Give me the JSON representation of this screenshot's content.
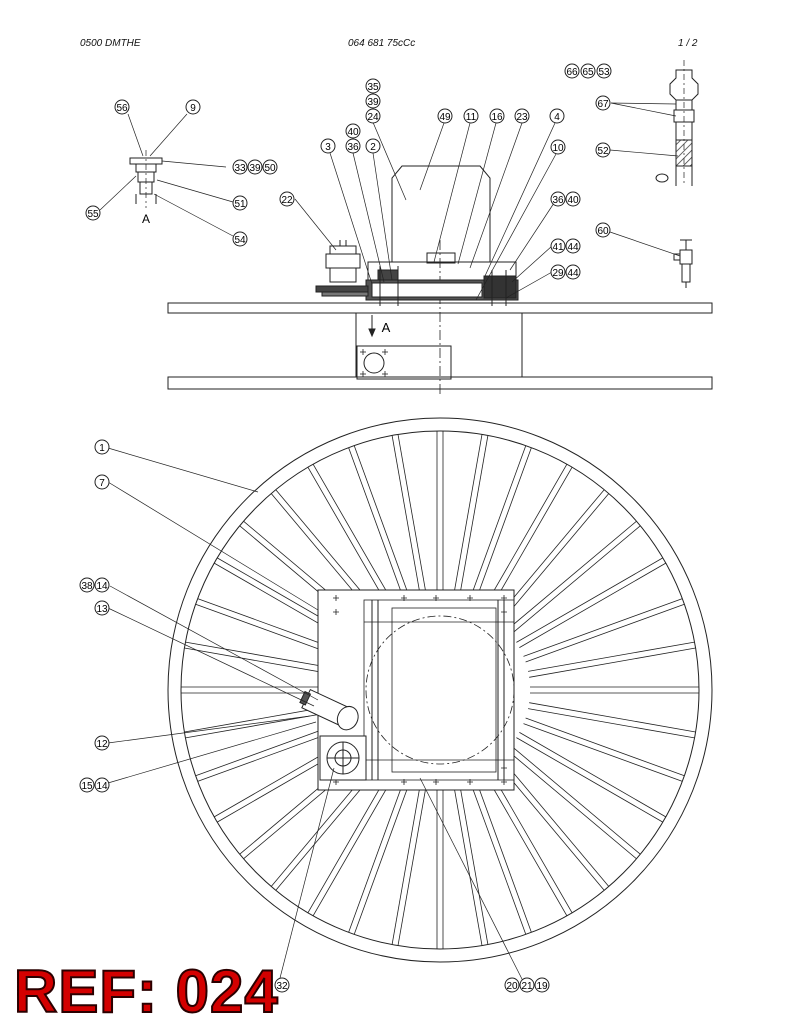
{
  "header": {
    "left": "0500 DMTHE",
    "center": "064 681 75cCc",
    "page": "1 /  2"
  },
  "ref_stamp": "REF: 024",
  "view_labels": {
    "detail_a": "A",
    "section_a": "A"
  },
  "callouts": {
    "c56": "56",
    "c9": "9",
    "c33": "33",
    "c39a": "39",
    "c50": "50",
    "c51": "51",
    "c55": "55",
    "c54": "54",
    "c35": "35",
    "c39": "39",
    "c24": "24",
    "c40": "40",
    "c49": "49",
    "c11": "11",
    "c16": "16",
    "c23": "23",
    "c4": "4",
    "c3": "3",
    "c36": "36",
    "c2": "2",
    "c10": "10",
    "c36b": "36",
    "c40b": "40",
    "c22": "22",
    "c41": "41",
    "c44": "44",
    "c29": "29",
    "c44b": "44",
    "c66": "66",
    "c65": "65",
    "c53": "53",
    "c67": "67",
    "c52": "52",
    "c60": "60",
    "c1": "1",
    "c7": "7",
    "c38": "38",
    "c14": "14",
    "c13": "13",
    "c12": "12",
    "c15": "15",
    "c14b": "14",
    "c20": "20",
    "c21": "21",
    "c19": "19",
    "c32": "32"
  },
  "colors": {
    "line": "#222222",
    "stamp": "#d40000"
  }
}
